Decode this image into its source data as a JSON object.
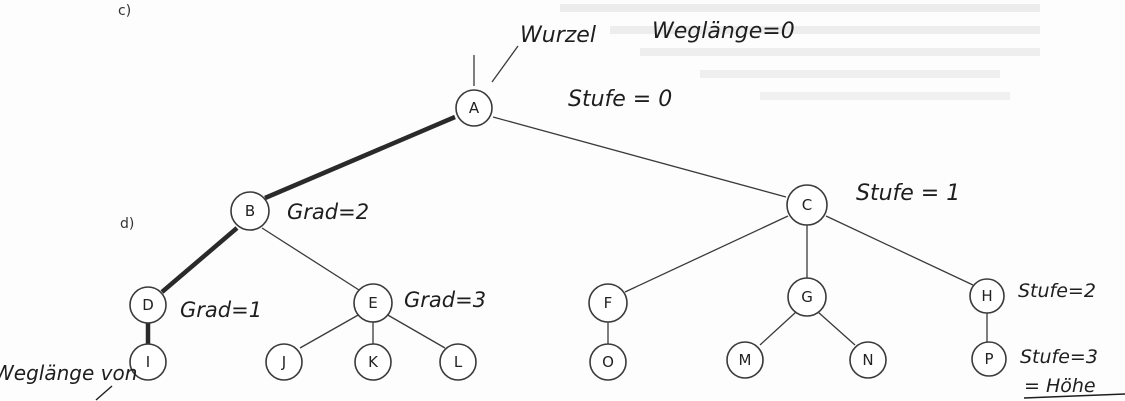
{
  "section_labels": {
    "c": "c)",
    "d": "d)"
  },
  "nodes": [
    "A",
    "B",
    "C",
    "D",
    "E",
    "F",
    "G",
    "H",
    "I",
    "J",
    "K",
    "L",
    "O",
    "M",
    "N",
    "P"
  ],
  "annotations": {
    "wurzel": "Wurzel",
    "weglaenge": "Weglänge=0",
    "stufe0": "Stufe = 0",
    "stufe1": "Stufe = 1",
    "grad_b": "Grad=2",
    "grad_d": "Grad=1",
    "grad_e": "Grad=3",
    "stufe2": "Stufe=2",
    "stufe3": "Stufe=3",
    "hoehe": "= Höhe",
    "weglaenge_von": "Weglänge von"
  },
  "colors": {
    "ink": "#1e1e1e",
    "node_stroke": "#3a3a3a",
    "background": "#fdfdfd"
  }
}
